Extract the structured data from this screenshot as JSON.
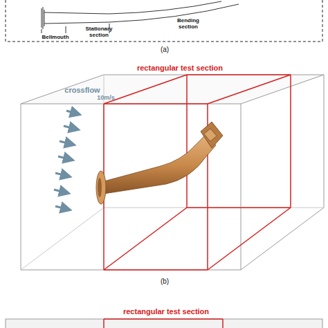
{
  "diagram": {
    "labels": [
      "Bellmouth",
      "Stationary section",
      "Bending section",
      "(a)",
      "crossflow",
      "10m/s",
      "rectangular test section",
      "(b)",
      "rectangular test section"
    ]
  }
}
